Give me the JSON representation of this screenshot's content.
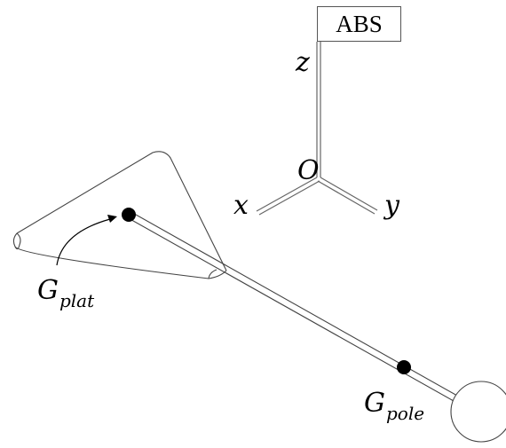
{
  "frame_label": "ABS",
  "axes": {
    "z": "z",
    "origin": "O",
    "x": "x",
    "y": "y"
  },
  "points": {
    "platform": {
      "symbol": "G",
      "subscript": "plat"
    },
    "pole": {
      "symbol": "G",
      "subscript": "pole"
    }
  }
}
